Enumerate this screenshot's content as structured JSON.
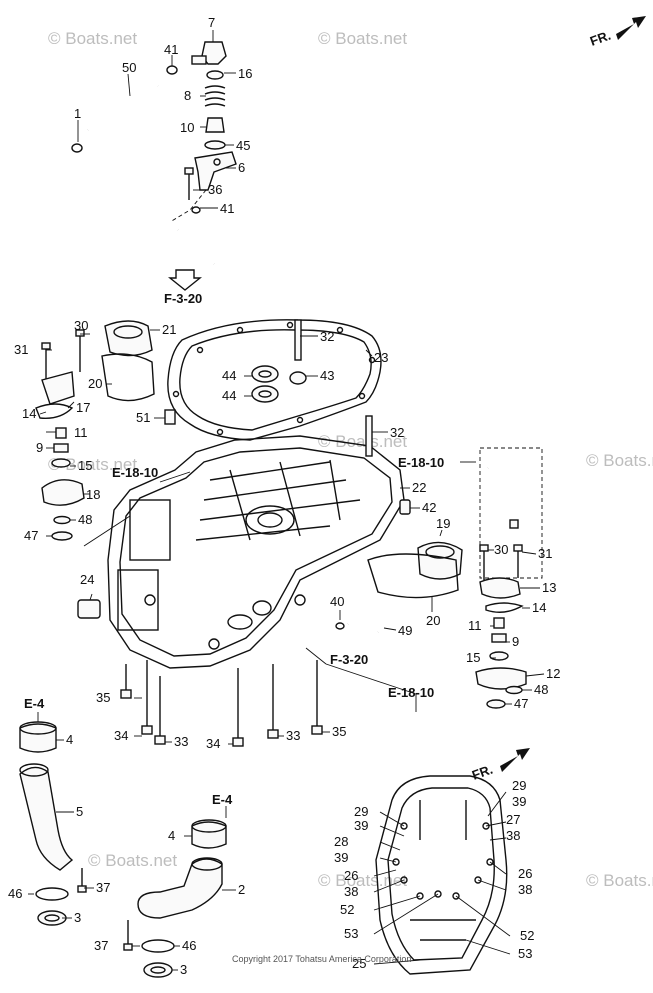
{
  "watermark": "© Boats.net",
  "copyright": "Copyright 2017 Tohatsu America Corporation",
  "fr_label": "FR.",
  "refs": {
    "f320": "F-3-20",
    "e1810": "E-18-10",
    "e4": "E-4"
  },
  "parts": {
    "p1": "1",
    "p2": "2",
    "p3": "3",
    "p4": "4",
    "p5": "5",
    "p6": "6",
    "p7": "7",
    "p8": "8",
    "p9": "9",
    "p10": "10",
    "p11": "11",
    "p12": "12",
    "p13": "13",
    "p14": "14",
    "p15": "15",
    "p16": "16",
    "p17": "17",
    "p18": "18",
    "p19": "19",
    "p20": "20",
    "p21": "21",
    "p22": "22",
    "p23": "23",
    "p24": "24",
    "p25": "25",
    "p26": "26",
    "p27": "27",
    "p28": "28",
    "p29": "29",
    "p30": "30",
    "p31": "31",
    "p32": "32",
    "p33": "33",
    "p34": "34",
    "p35": "35",
    "p36": "36",
    "p37": "37",
    "p38": "38",
    "p39": "39",
    "p40": "40",
    "p41": "41",
    "p42": "42",
    "p43": "43",
    "p44": "44",
    "p45": "45",
    "p46": "46",
    "p47": "47",
    "p48": "48",
    "p49": "49",
    "p50": "50",
    "p51": "51",
    "p52": "52",
    "p53": "53"
  }
}
